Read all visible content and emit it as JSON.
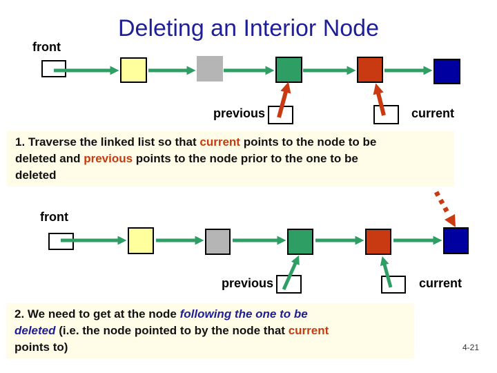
{
  "slide": {
    "title": "Deleting an Interior Node",
    "page_number": "4-21",
    "colors": {
      "title_blue": "#1E1E96",
      "node_yellow": "#FFFF9E",
      "node_gray": "#B5B5B5",
      "node_green": "#2F9E64",
      "node_red": "#C93A12",
      "node_blue": "#0000A0",
      "arrow_green": "#2F9E64",
      "arrow_red": "#C93A12",
      "note_bg": "#FFFDE7",
      "accent_red": "#C63A10",
      "text_blue": "#1E1E96"
    }
  },
  "diagram1": {
    "front_label": "front",
    "previous_label": "previous",
    "current_label": "current",
    "nodes": [
      "white-pointer-box",
      "yellow",
      "gray",
      "green",
      "red",
      "blue"
    ],
    "pointer_arrow_color": "red"
  },
  "diagram2": {
    "front_label": "front",
    "previous_label": "previous",
    "current_label": "current",
    "nodes": [
      "white-pointer-box",
      "yellow",
      "gray",
      "green",
      "red",
      "blue"
    ],
    "pointer_arrow_color": "green",
    "dashed_arrow_target": "blue node (node following the one to be deleted)"
  },
  "note1": {
    "segments": [
      {
        "text": "1. Traverse the linked list so that ",
        "style": "black"
      },
      {
        "text": "current",
        "style": "red"
      },
      {
        "text": " points to the node to be\ndeleted and ",
        "style": "black"
      },
      {
        "text": "previous",
        "style": "red"
      },
      {
        "text": " points to the node prior to the one to be\ndeleted",
        "style": "black"
      }
    ]
  },
  "note2": {
    "segments": [
      {
        "text": "2. We need to get at the node ",
        "style": "black"
      },
      {
        "text": "following the one to be\ndeleted",
        "style": "blue-italic"
      },
      {
        "text": " (i.e. the node pointed to by the node that ",
        "style": "black"
      },
      {
        "text": "current",
        "style": "red"
      },
      {
        "text": "\npoints to)",
        "style": "black"
      }
    ]
  }
}
